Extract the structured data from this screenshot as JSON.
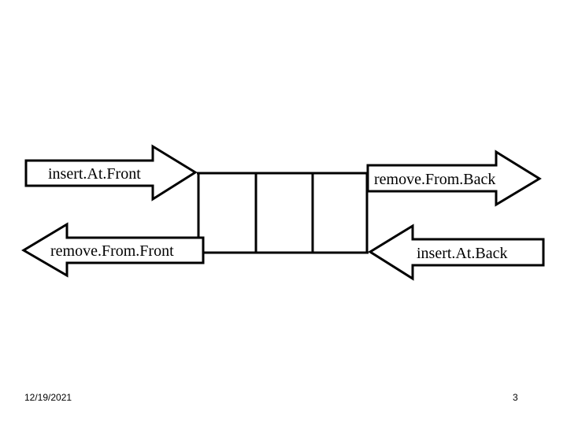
{
  "slide": {
    "arrows": {
      "insert_at_front": "insert.At.Front",
      "remove_from_front": "remove.From.Front",
      "remove_from_back": "remove.From.Back",
      "insert_at_back": "insert.At.Back"
    },
    "footer": {
      "date": "12/19/2021",
      "page_number": "3"
    }
  }
}
